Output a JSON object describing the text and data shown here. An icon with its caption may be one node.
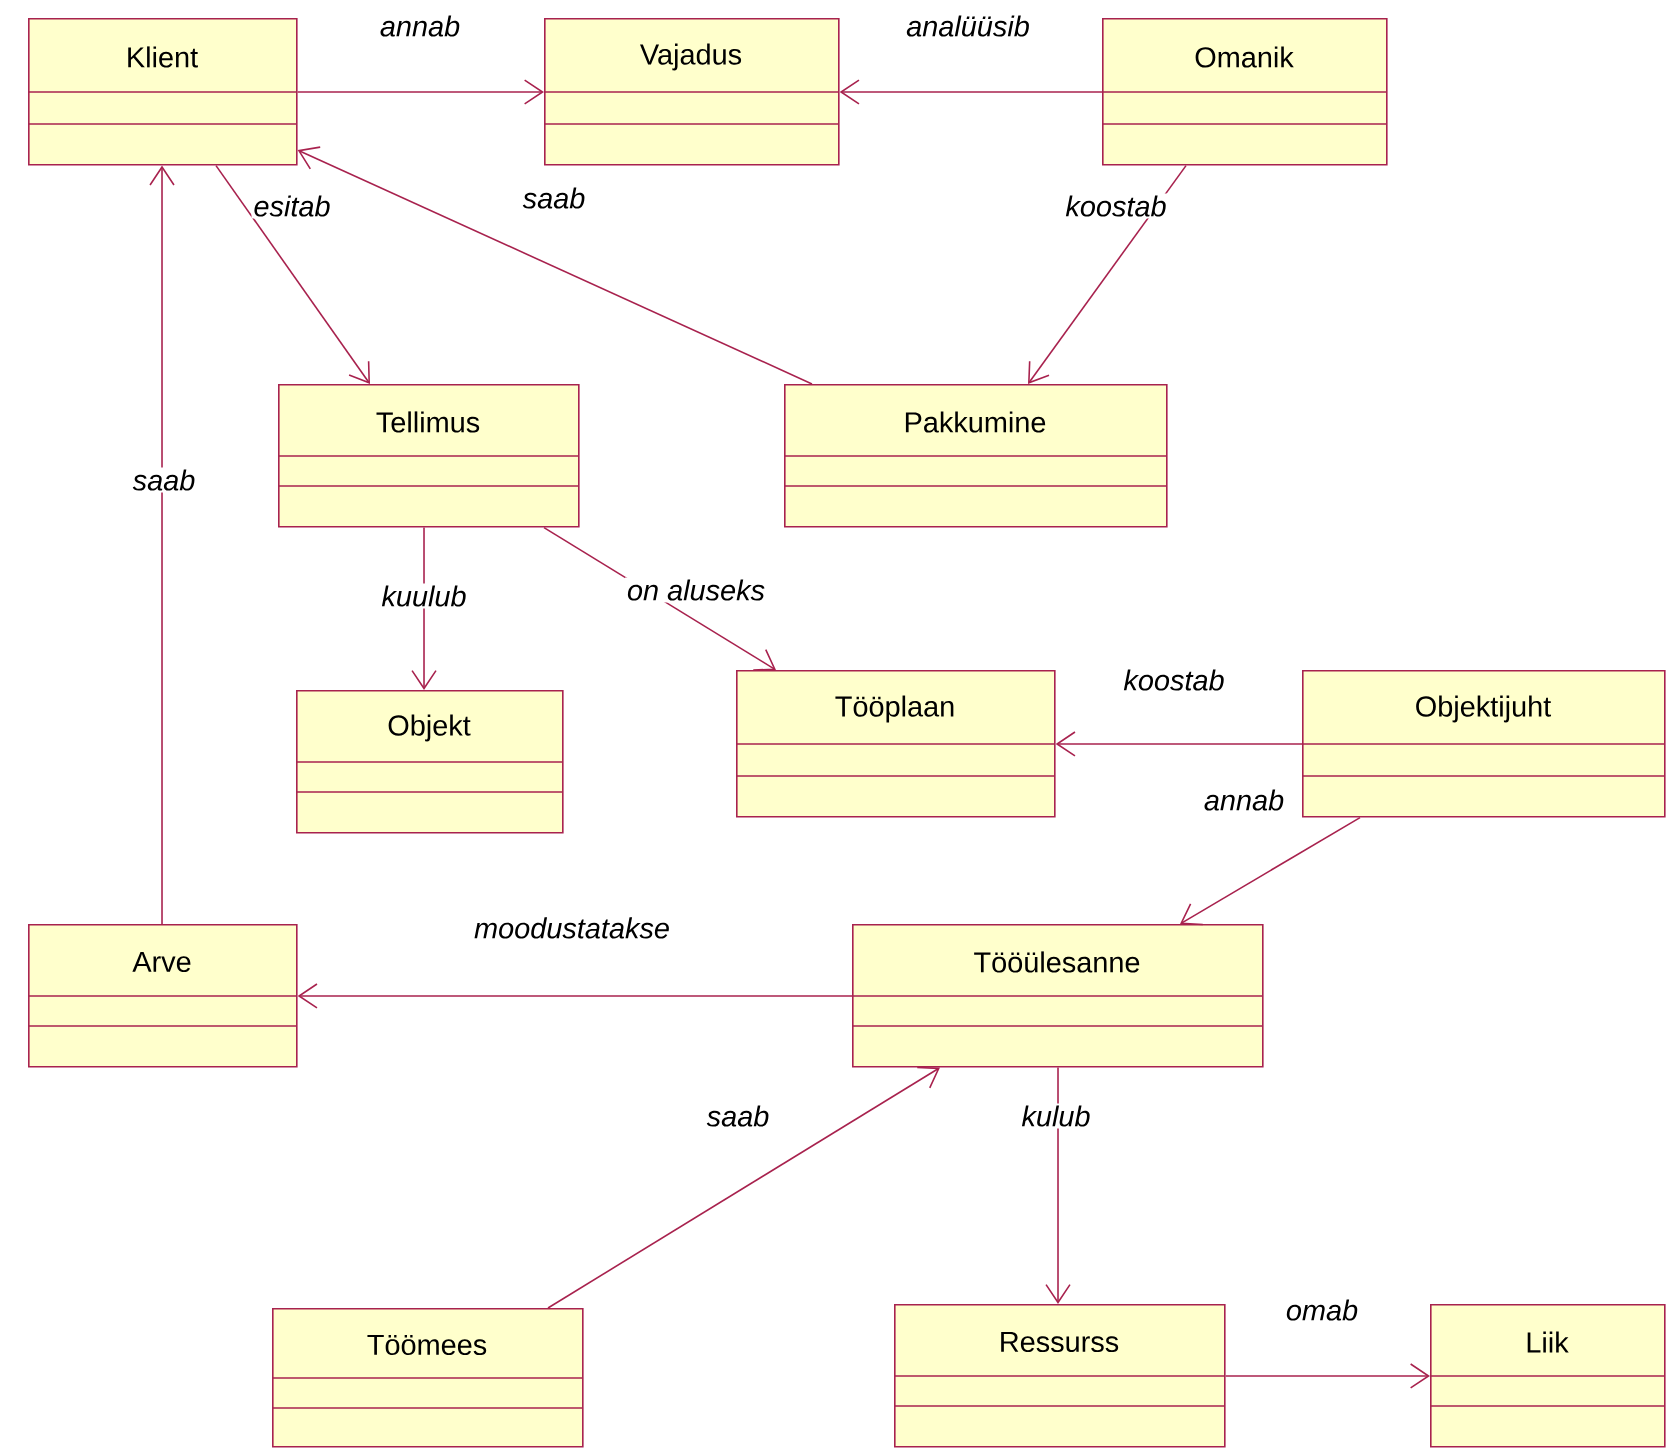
{
  "diagram": {
    "nodes": [
      {
        "text": [
          "Klient"
        ]
      },
      {
        "text": [
          "Vajadus"
        ]
      },
      {
        "text": [
          "Omanik"
        ]
      },
      {
        "text": [
          "Tellimus"
        ]
      },
      {
        "text": [
          "Pakkumine"
        ]
      },
      {
        "text": [
          "Objekt"
        ]
      },
      {
        "text": [
          "Tööplaan"
        ]
      },
      {
        "text": [
          "Objektijuht"
        ]
      },
      {
        "text": [
          "Arve"
        ]
      },
      {
        "text": [
          "Tööülesanne"
        ]
      },
      {
        "text": [
          "Töömees"
        ]
      },
      {
        "text": [
          "Ressurss"
        ]
      },
      {
        "text": [
          "Liik"
        ]
      }
    ],
    "edges": [
      {
        "from": 0,
        "to": 1,
        "arrow": "to",
        "label": "annab"
      },
      {
        "from": 2,
        "to": 1,
        "arrow": "to",
        "label": "analüüsib"
      },
      {
        "from": 0,
        "to": 3,
        "arrow": "to",
        "label": "esitab"
      },
      {
        "from": 4,
        "to": 0,
        "arrow": "to",
        "label": "saab"
      },
      {
        "from": 2,
        "to": 4,
        "arrow": "to",
        "label": "koostab"
      },
      {
        "from": 8,
        "to": 0,
        "arrow": "to",
        "label": "saab"
      },
      {
        "from": 3,
        "to": 5,
        "arrow": "to",
        "label": "kuulub"
      },
      {
        "from": 3,
        "to": 6,
        "arrow": "to",
        "label": "on aluseks"
      },
      {
        "from": 7,
        "to": 6,
        "arrow": "to",
        "label": "koostab"
      },
      {
        "from": 7,
        "to": 9,
        "arrow": "to",
        "label": "annab"
      },
      {
        "from": 9,
        "to": 8,
        "arrow": "to",
        "label": "moodustatakse"
      },
      {
        "from": 10,
        "to": 9,
        "arrow": "to",
        "label": "saab"
      },
      {
        "from": 9,
        "to": 11,
        "arrow": "to",
        "label": "kulub"
      },
      {
        "from": 11,
        "to": 12,
        "arrow": "to",
        "label": "omab"
      }
    ]
  }
}
